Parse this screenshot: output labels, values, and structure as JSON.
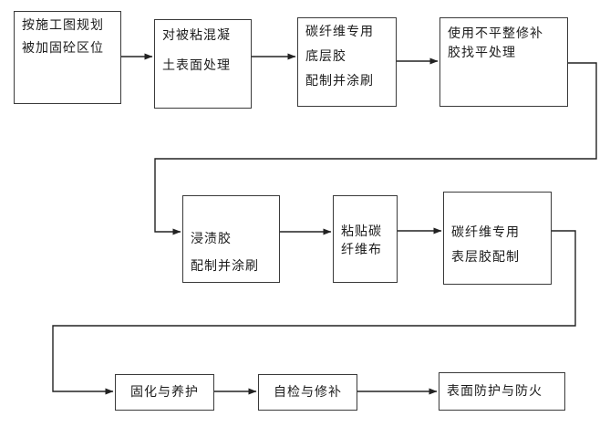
{
  "diagram": {
    "type": "flowchart",
    "background_color": "#ffffff",
    "line_color": "#222222",
    "nodes": {
      "b1": {
        "text": "按施工图规划\n被加固砼区位"
      },
      "b2": {
        "text": "对被粘混凝\n土表面处理"
      },
      "b3": {
        "text": "碳纤维专用\n底层胶\n配制并涂刷"
      },
      "b4": {
        "text": "使用不平整修补\n胶找平处理"
      },
      "b5": {
        "text": "浸渍胶\n配制并涂刷"
      },
      "b6": {
        "text": "粘贴碳\n纤维布"
      },
      "b7": {
        "text": "碳纤维专用\n表层胶配制"
      },
      "b8": {
        "text": "固化与养护"
      },
      "b9": {
        "text": "自检与修补"
      },
      "b10": {
        "text": "表面防护与防火"
      }
    },
    "edges": [
      {
        "from": "b1",
        "to": "b2"
      },
      {
        "from": "b2",
        "to": "b3"
      },
      {
        "from": "b3",
        "to": "b4"
      },
      {
        "from": "b4",
        "to": "b5"
      },
      {
        "from": "b5",
        "to": "b6"
      },
      {
        "from": "b6",
        "to": "b7"
      },
      {
        "from": "b7",
        "to": "b8"
      },
      {
        "from": "b8",
        "to": "b9"
      },
      {
        "from": "b9",
        "to": "b10"
      }
    ]
  }
}
